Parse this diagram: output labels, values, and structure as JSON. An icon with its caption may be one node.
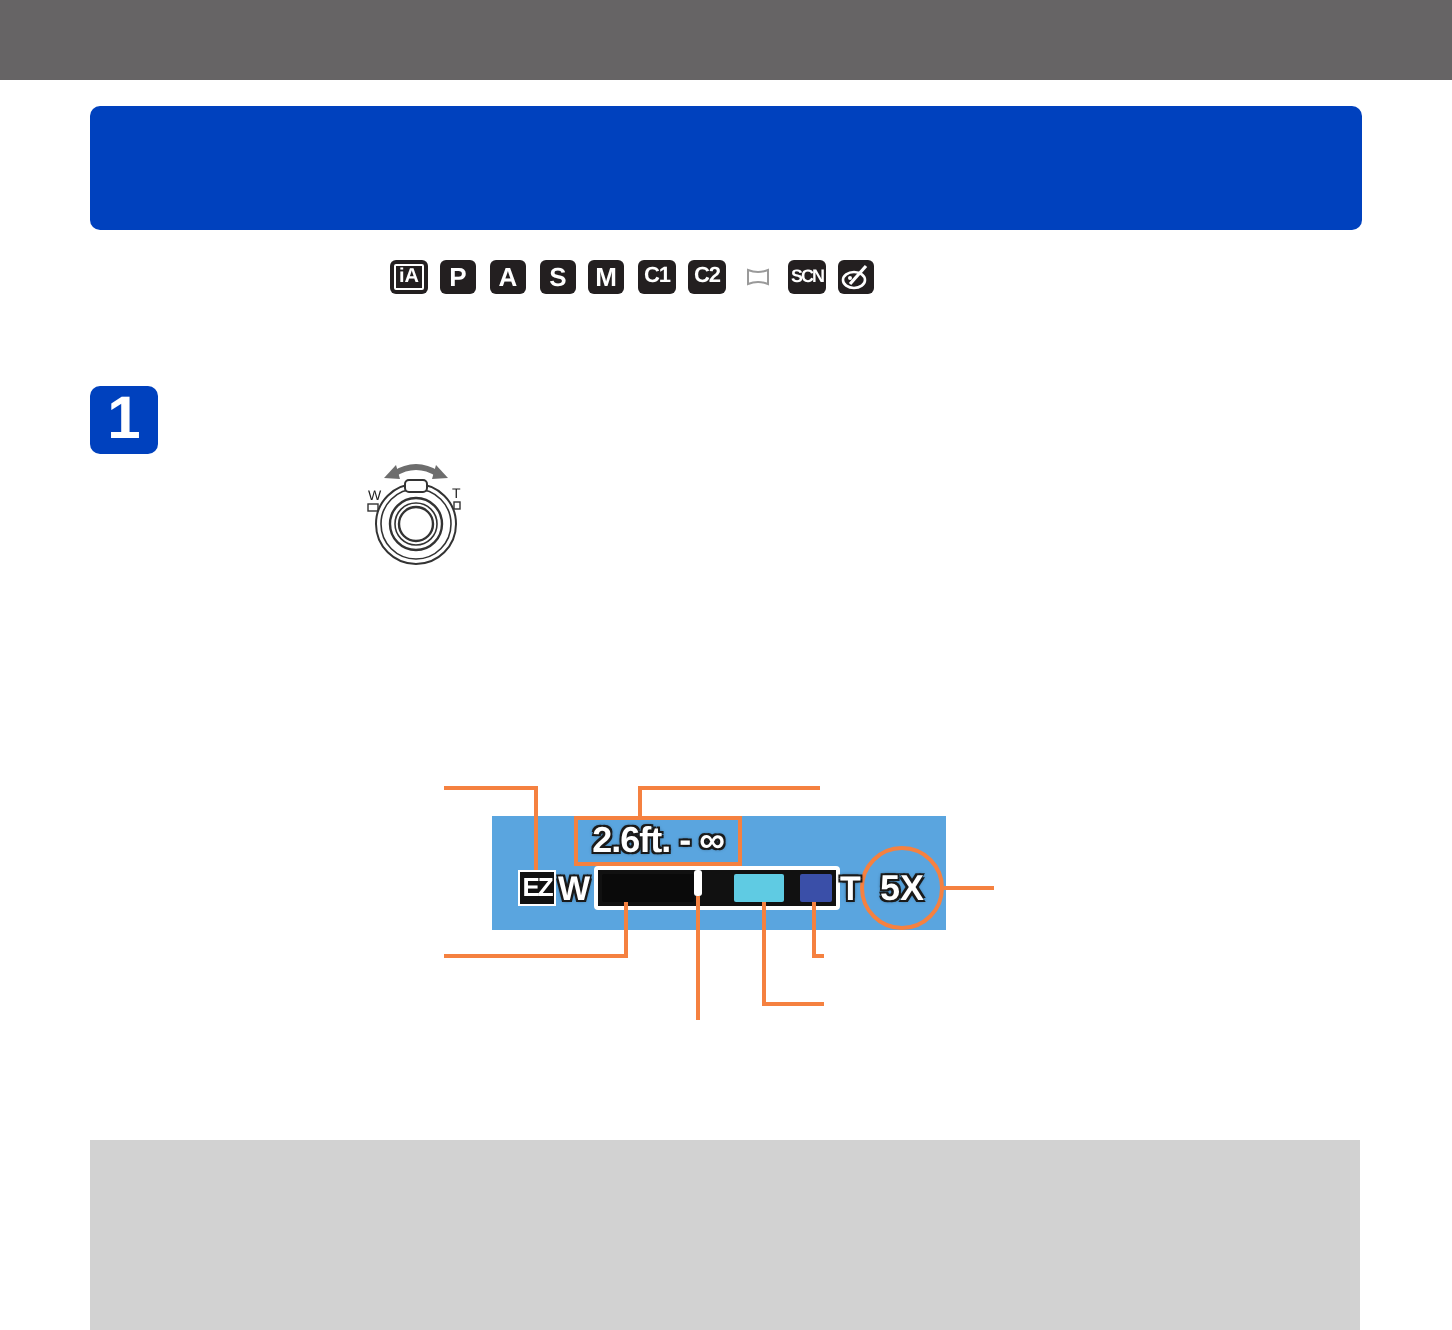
{
  "diagram": {
    "nodes": [
      {
        "text": [],
        "shape": "bar"
      },
      {
        "text": [
          "1"
        ]
      },
      {
        "text": [],
        "shape": "box"
      },
      {
        "text": [
          "2.6ft. - ∞"
        ],
        "in": 2
      },
      {
        "text": [
          "EZ"
        ],
        "in": 2
      },
      {
        "text": [],
        "shape": "bar",
        "in": 2
      },
      {
        "text": [],
        "shape": "bar",
        "in": 5
      },
      {
        "text": [],
        "shape": "line",
        "in": 5
      },
      {
        "text": [],
        "shape": "bar",
        "in": 5
      },
      {
        "text": [],
        "shape": "bar",
        "in": 5
      },
      {
        "text": [
          "5X"
        ],
        "in": 2
      },
      {
        "text": [],
        "shape": "box"
      }
    ],
    "edges": [
      {
        "from": null,
        "to": 4,
        "arrow": "none"
      },
      {
        "from": null,
        "to": 3,
        "arrow": "none"
      },
      {
        "from": null,
        "to": 10,
        "arrow": "none"
      },
      {
        "from": null,
        "to": 6,
        "arrow": "none"
      },
      {
        "from": null,
        "to": 9,
        "arrow": "none"
      },
      {
        "from": null,
        "to": 7,
        "arrow": "none"
      },
      {
        "from": null,
        "to": 8,
        "arrow": "none"
      }
    ],
    "labels": [
      "iA",
      "P",
      "A",
      "S",
      "M",
      "C1",
      "C2",
      "SCN",
      "W",
      "T",
      "W",
      "T"
    ]
  }
}
